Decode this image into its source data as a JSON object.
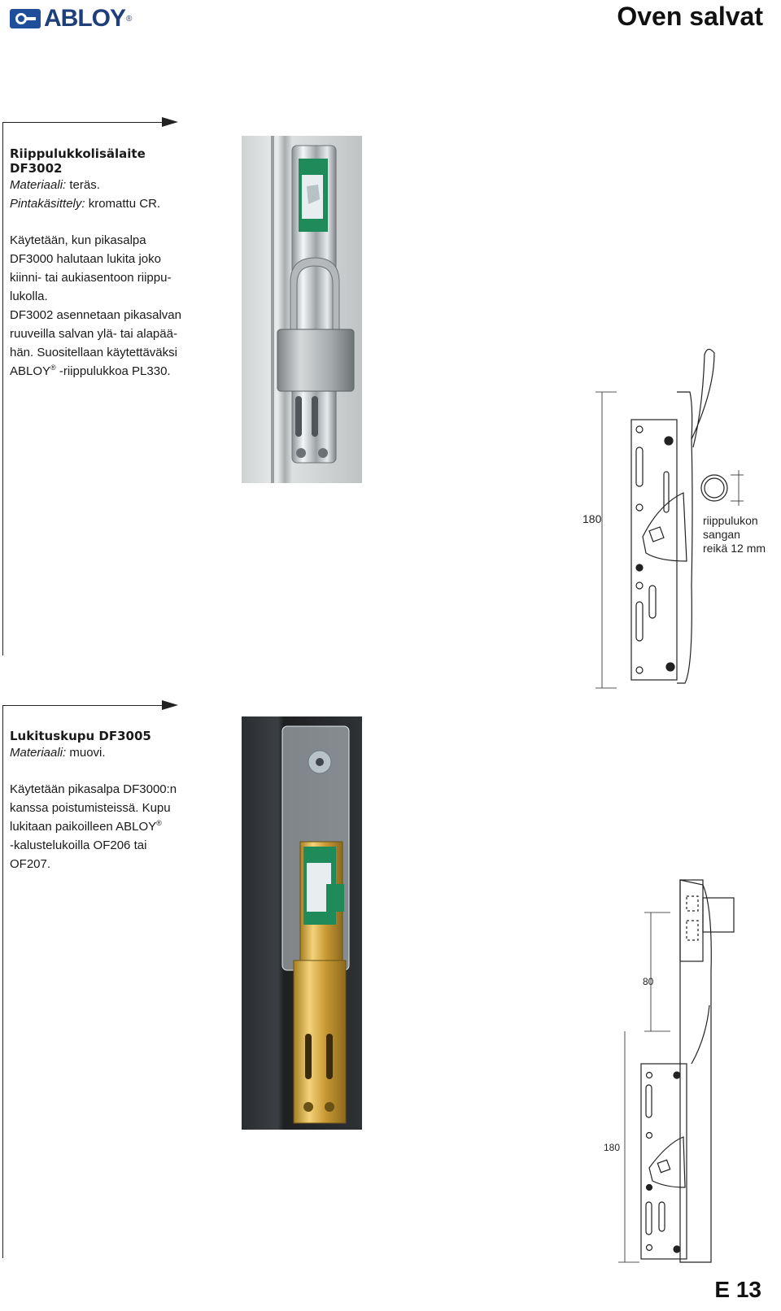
{
  "header": {
    "brand": "ABLOY",
    "brand_mark": "®",
    "title": "Oven salvat"
  },
  "section1": {
    "heading_line1": "Riippulukkolisälaite",
    "heading_line2": "DF3002",
    "material_label": "Materiaali:",
    "material_value": " teräs.",
    "finish_label": "Pintakäsittely:",
    "finish_value": " kromattu CR.",
    "desc_lines": [
      "Käytetään, kun pikasalpa",
      "DF3000 halutaan lukita joko",
      "kiinni- tai aukiasentoon riippu-",
      "lukolla.",
      "DF3002 asennetaan pikasalvan",
      "ruuveilla salvan ylä- tai alapää-",
      "hän. Suositellaan käytettäväksi"
    ],
    "last_line_pre": "ABLOY",
    "last_line_reg": "®",
    "last_line_post": " -riippulukkoa PL330.",
    "drawing": {
      "dimension": "180",
      "note_line1": "riippulukon",
      "note_line2": "sangan",
      "note_line3": "reikä 12 mm"
    }
  },
  "section2": {
    "heading": "Lukituskupu DF3005",
    "material_label": "Materiaali:",
    "material_value": " muovi.",
    "desc_line1": "Käytetään pikasalpa DF3000:n",
    "desc_line2": "kanssa poistumisteissä. Kupu",
    "desc_line3_pre": "lukitaan paikoilleen ABLOY",
    "desc_line3_reg": "®",
    "desc_line4": "-kalustelukoilla OF206 tai",
    "desc_line5": "OF207.",
    "drawing": {
      "dimension_top": "80",
      "dimension_bottom": "180"
    }
  },
  "footer": {
    "page_number": "E 13"
  }
}
